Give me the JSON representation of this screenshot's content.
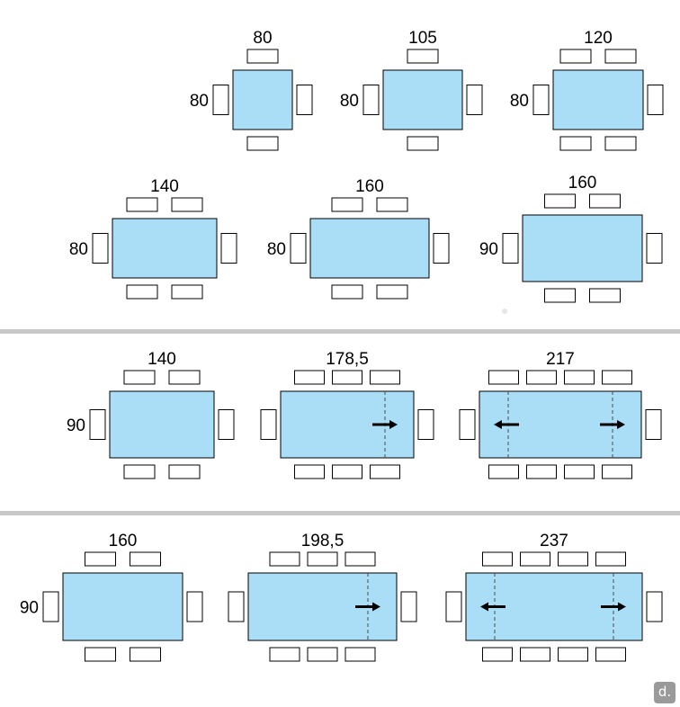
{
  "colors": {
    "table_fill": "#a9def6",
    "outline": "#000000",
    "separator": "#c8c8c8",
    "dashed_line": "#4a4a4a"
  },
  "logo_text": "d.",
  "sections": [
    {
      "id": "fixed",
      "tables": [
        {
          "length": "80",
          "width": "80",
          "seats_long": 1,
          "extension": "none"
        },
        {
          "length": "105",
          "width": "80",
          "seats_long": 1,
          "extension": "none"
        },
        {
          "length": "120",
          "width": "80",
          "seats_long": 2,
          "extension": "none"
        },
        {
          "length": "140",
          "width": "80",
          "seats_long": 2,
          "extension": "none"
        },
        {
          "length": "160",
          "width": "80",
          "seats_long": 2,
          "extension": "none"
        },
        {
          "length": "160",
          "width": "90",
          "seats_long": 2,
          "extension": "none"
        }
      ]
    },
    {
      "id": "extendable-140",
      "tables": [
        {
          "length": "140",
          "width": "90",
          "seats_long": 2,
          "extension": "none"
        },
        {
          "length": "178,5",
          "width": "",
          "seats_long": 3,
          "extension": "right"
        },
        {
          "length": "217",
          "width": "",
          "seats_long": 4,
          "extension": "both"
        }
      ]
    },
    {
      "id": "extendable-160",
      "tables": [
        {
          "length": "160",
          "width": "90",
          "seats_long": 2,
          "extension": "none"
        },
        {
          "length": "198,5",
          "width": "",
          "seats_long": 3,
          "extension": "right"
        },
        {
          "length": "237",
          "width": "",
          "seats_long": 4,
          "extension": "both"
        }
      ]
    }
  ]
}
